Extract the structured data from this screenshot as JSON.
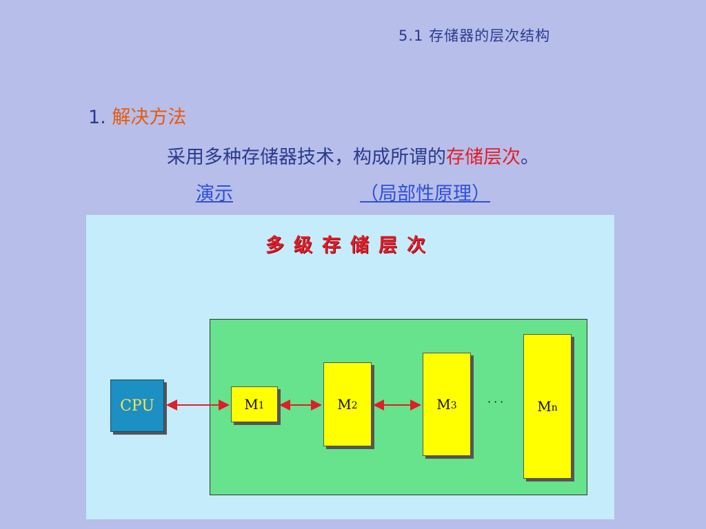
{
  "header": {
    "title": "5.1 存储器的层次结构"
  },
  "section": {
    "number": "1.",
    "title": "解决方法"
  },
  "description": {
    "prefix": "采用多种存储器技术，构成所谓的",
    "highlight": "存储层次",
    "suffix": "。"
  },
  "links": {
    "demo": "演示",
    "principle": "（局部性原理）"
  },
  "diagram": {
    "title": "多级存储层次",
    "cpu": "CPU",
    "levels": [
      {
        "letter": "M",
        "index": "1"
      },
      {
        "letter": "M",
        "index": "2"
      },
      {
        "letter": "M",
        "index": "3"
      },
      {
        "letter": "M",
        "index": "n"
      }
    ],
    "ellipsis": "···"
  },
  "colors": {
    "background": "#b7bee9",
    "text": "#2b3a8f",
    "accent_orange": "#e8590c",
    "accent_red": "#e11d2a",
    "link": "#2f4fd8",
    "diagram_bg": "#c5ecfb",
    "panel_green": "#66e38c",
    "memory_yellow": "#ffff00",
    "cpu_blue": "#1c8fc3"
  }
}
